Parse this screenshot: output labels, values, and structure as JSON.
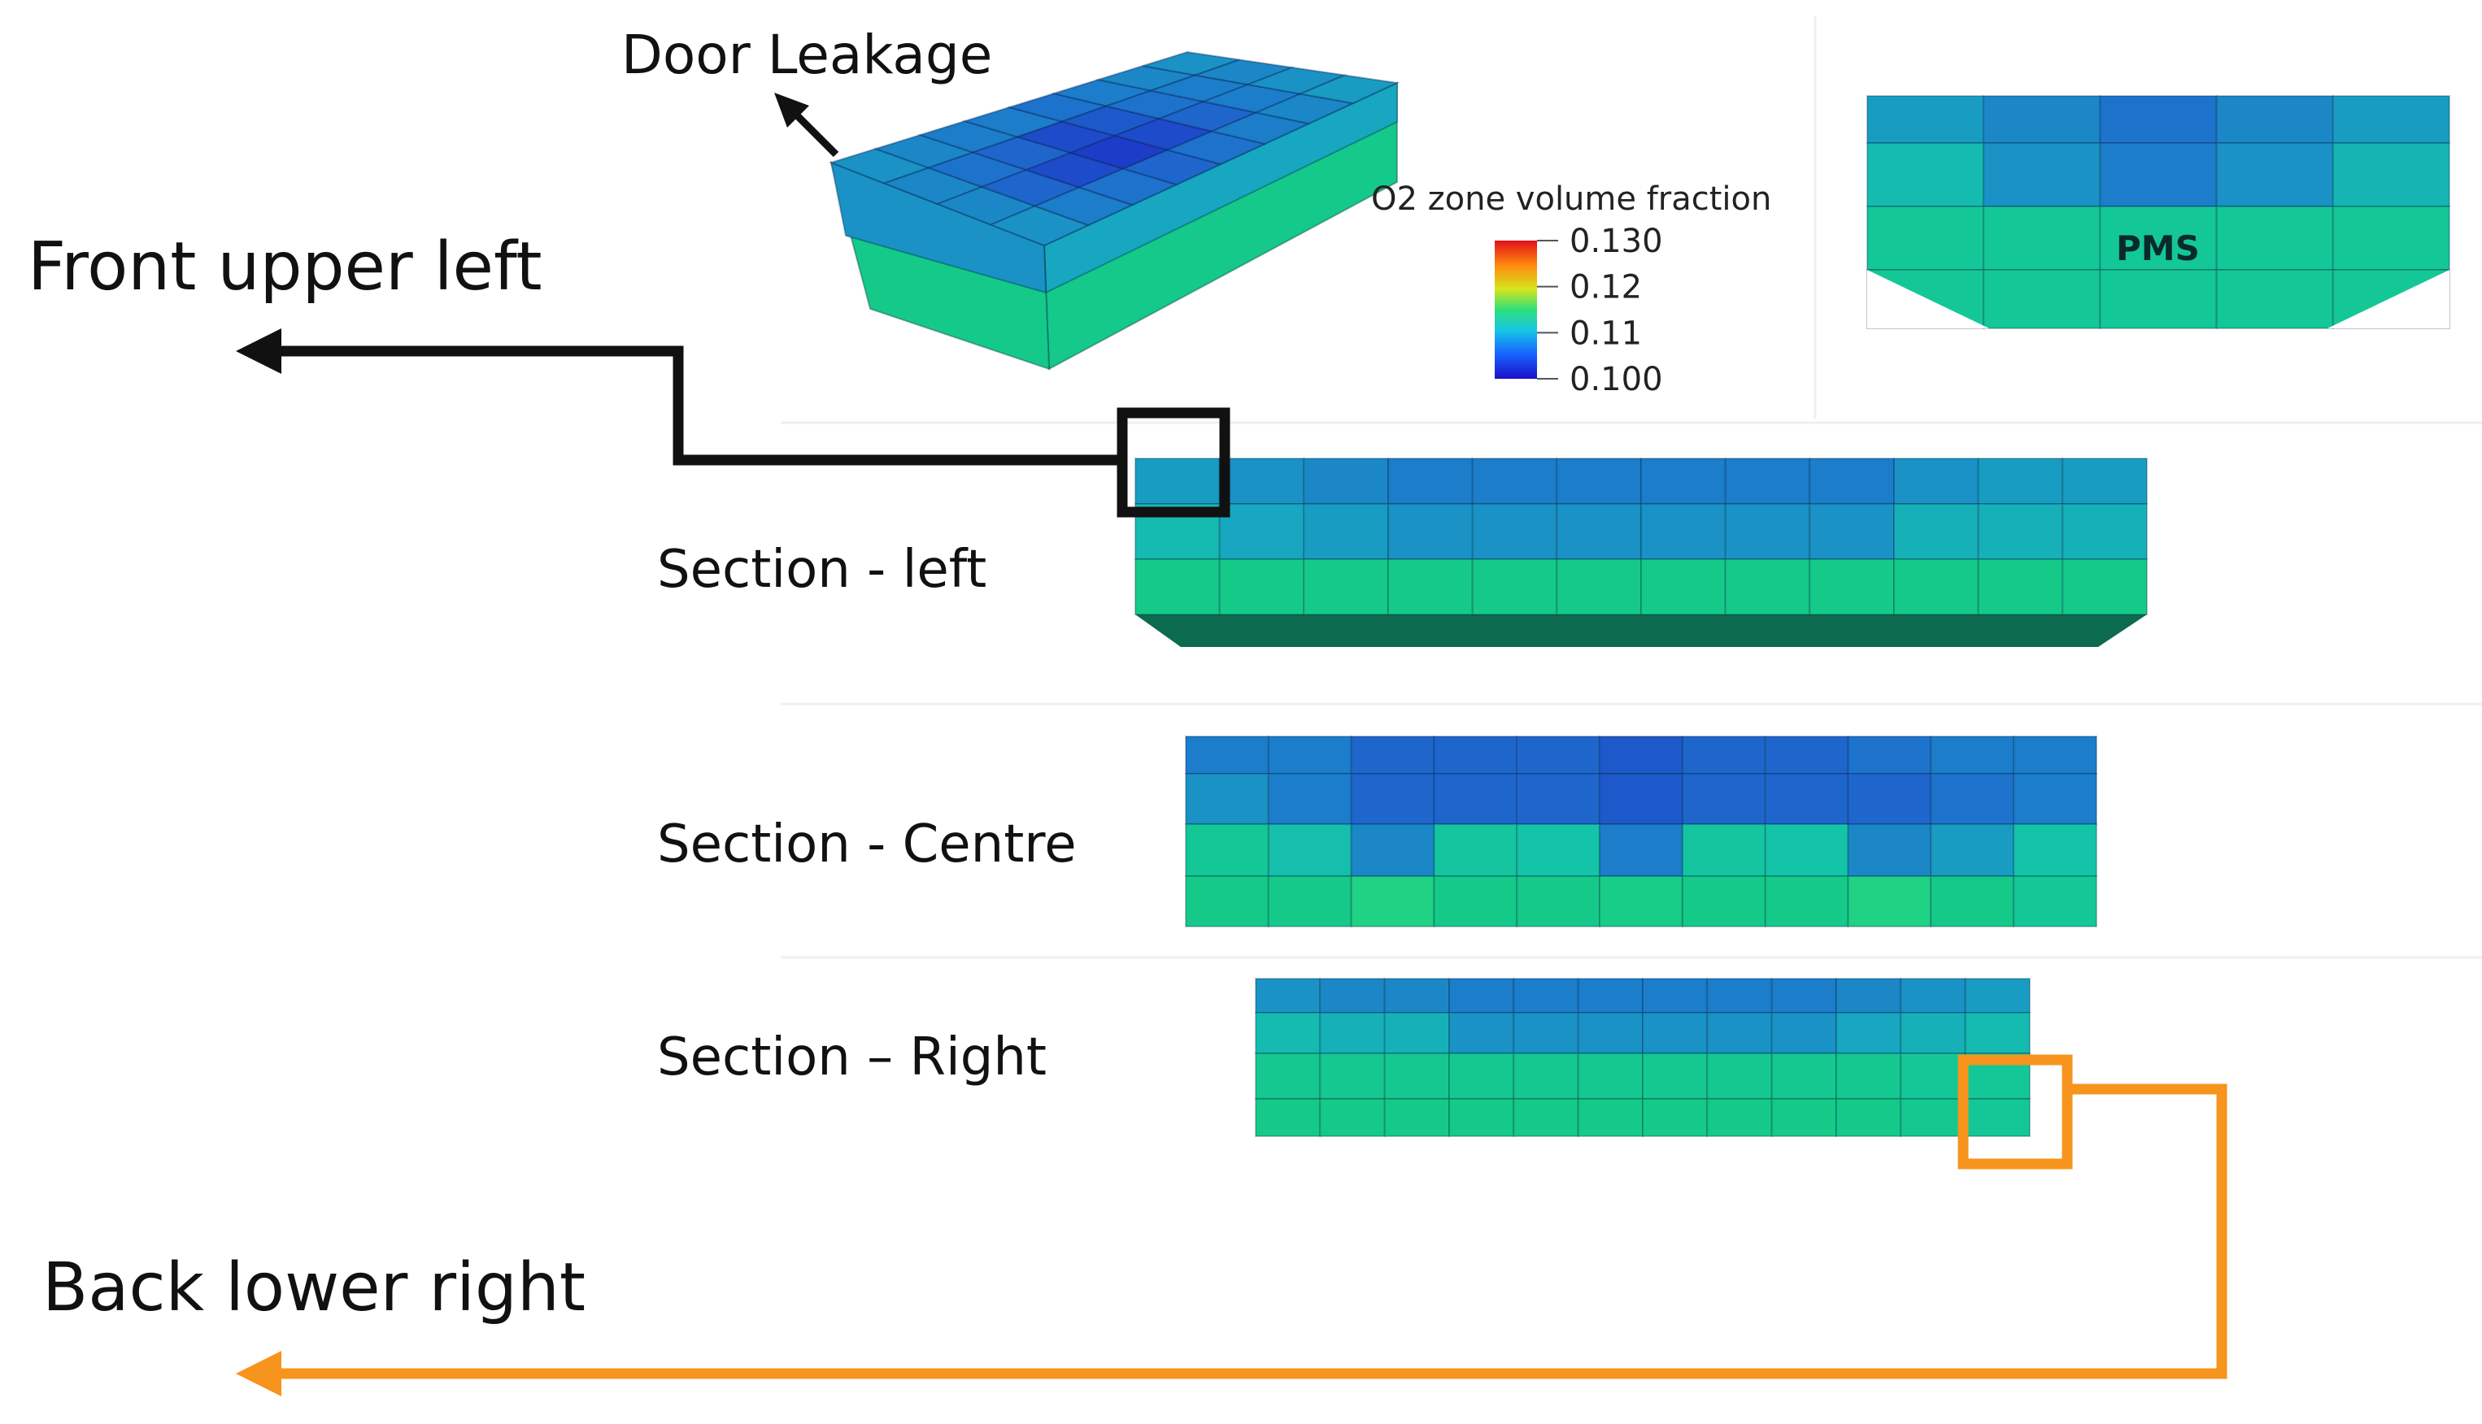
{
  "labels": {
    "door_leakage": "Door Leakage",
    "front_upper_left": "Front upper left",
    "back_lower_right": "Back lower right",
    "section_left": "Section - left",
    "section_centre": "Section - Centre",
    "section_right": "Section – Right",
    "pms": "PMS"
  },
  "legend": {
    "title": "O2 zone volume fraction",
    "ticks": [
      {
        "label": "0.130",
        "value": 0.13
      },
      {
        "label": "0.12",
        "value": 0.12
      },
      {
        "label": "0.11",
        "value": 0.11
      },
      {
        "label": "0.100",
        "value": 0.1
      }
    ],
    "range": [
      0.1,
      0.13
    ]
  },
  "colors": {
    "front_marker": "#111111",
    "back_marker": "#f7941d",
    "deep_blue": "#1d46c8",
    "mid_blue": "#1f6fc8",
    "cyan": "#17a7c0",
    "teal": "#15c3a4",
    "green": "#14c98a"
  },
  "sections": {
    "left": {
      "rows": [
        [
          0.1055,
          0.105,
          0.1045,
          0.104,
          0.104,
          0.104,
          0.104,
          0.104,
          0.104,
          0.105,
          0.1055,
          0.1055
        ],
        [
          0.108,
          0.106,
          0.1055,
          0.105,
          0.105,
          0.105,
          0.105,
          0.105,
          0.105,
          0.107,
          0.107,
          0.107
        ],
        [
          0.111,
          0.111,
          0.111,
          0.111,
          0.111,
          0.111,
          0.111,
          0.111,
          0.111,
          0.111,
          0.111,
          0.111
        ]
      ]
    },
    "centre": {
      "rows": [
        [
          0.104,
          0.104,
          0.103,
          0.103,
          0.103,
          0.1025,
          0.103,
          0.103,
          0.1035,
          0.104,
          0.104
        ],
        [
          0.105,
          0.104,
          0.103,
          0.103,
          0.103,
          0.1025,
          0.103,
          0.103,
          0.103,
          0.1035,
          0.104
        ],
        [
          0.11,
          0.1085,
          0.1045,
          0.1095,
          0.109,
          0.104,
          0.1095,
          0.109,
          0.1045,
          0.1055,
          0.109
        ],
        [
          0.111,
          0.111,
          0.1125,
          0.111,
          0.111,
          0.1115,
          0.111,
          0.111,
          0.1125,
          0.111,
          0.11
        ]
      ]
    },
    "right": {
      "rows": [
        [
          0.105,
          0.1045,
          0.1045,
          0.104,
          0.104,
          0.104,
          0.104,
          0.104,
          0.104,
          0.1045,
          0.105,
          0.1055
        ],
        [
          0.108,
          0.107,
          0.107,
          0.105,
          0.105,
          0.105,
          0.105,
          0.105,
          0.105,
          0.106,
          0.107,
          0.108
        ],
        [
          0.1105,
          0.1105,
          0.1105,
          0.1105,
          0.1105,
          0.1105,
          0.1105,
          0.1105,
          0.1105,
          0.1105,
          0.11,
          0.11
        ],
        [
          0.111,
          0.111,
          0.111,
          0.111,
          0.111,
          0.111,
          0.111,
          0.111,
          0.111,
          0.111,
          0.1105,
          0.11
        ]
      ]
    },
    "pms": {
      "rows": [
        [
          0.1055,
          0.1045,
          0.1035,
          0.1045,
          0.1055
        ],
        [
          0.108,
          0.105,
          0.104,
          0.105,
          0.1075
        ],
        [
          0.11,
          0.11,
          0.11,
          0.11,
          0.11
        ],
        [
          0.11,
          0.11,
          0.11,
          0.11,
          0.11
        ]
      ]
    },
    "iso_top": {
      "rows": [
        [
          0.105,
          0.1045,
          0.104,
          0.104,
          0.1035,
          0.104,
          0.1045,
          0.105
        ],
        [
          0.1045,
          0.1035,
          0.103,
          0.102,
          0.1025,
          0.1035,
          0.104,
          0.1045
        ],
        [
          0.1045,
          0.103,
          0.102,
          0.1015,
          0.102,
          0.103,
          0.104,
          0.105
        ],
        [
          0.105,
          0.104,
          0.1035,
          0.103,
          0.1035,
          0.104,
          0.1045,
          0.1055
        ]
      ]
    }
  }
}
